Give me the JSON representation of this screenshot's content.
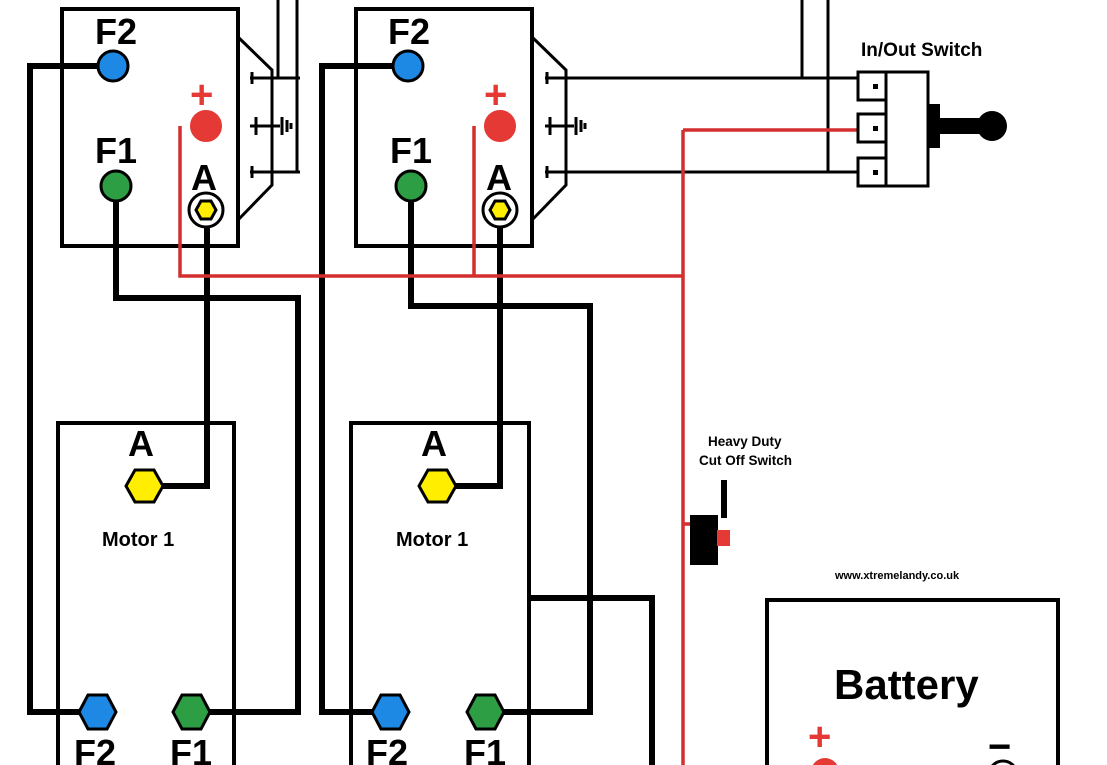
{
  "solenoid_1": {
    "f2_label": "F2",
    "f1_label": "F1",
    "plus_label": "+",
    "a_label": "A"
  },
  "solenoid_2": {
    "f2_label": "F2",
    "f1_label": "F1",
    "plus_label": "+",
    "a_label": "A"
  },
  "motor_1": {
    "name": "Motor 1",
    "a_label": "A",
    "f2_label": "F2",
    "f1_label": "F1"
  },
  "motor_2": {
    "name": "Motor 1",
    "a_label": "A",
    "f2_label": "F2",
    "f1_label": "F1"
  },
  "in_out_switch": {
    "label": "In/Out Switch"
  },
  "cut_off_switch": {
    "label_line1": "Heavy Duty",
    "label_line2": "Cut Off Switch"
  },
  "website": "www.xtremelandy.co.uk",
  "battery": {
    "label": "Battery",
    "plus_label": "+",
    "minus_label": "−"
  },
  "colors": {
    "f2_terminal": "#1e88e5",
    "f1_terminal": "#2e9e44",
    "positive_terminal": "#e53935",
    "a_terminal": "#ffee00",
    "red_wire": "#d32f2f"
  }
}
